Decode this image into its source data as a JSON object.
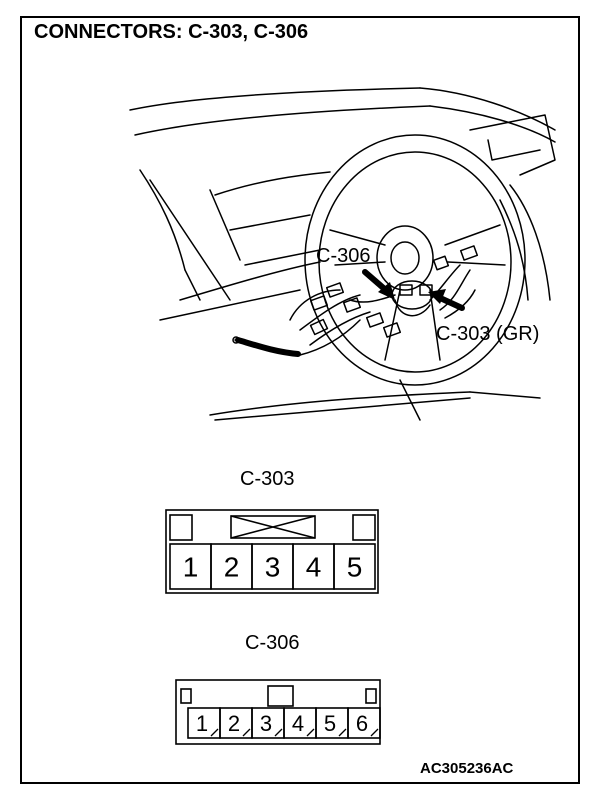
{
  "title": "CONNECTORS: C-303, C-306",
  "callouts": {
    "c306": "C-306",
    "c303": "C-303 (GR)"
  },
  "connectors": {
    "c303": {
      "label": "C-303",
      "pins": [
        "1",
        "2",
        "3",
        "4",
        "5"
      ]
    },
    "c306": {
      "label": "C-306",
      "pins": [
        "1",
        "2",
        "3",
        "4",
        "5",
        "6"
      ]
    }
  },
  "reference_code": "AC305236AC"
}
